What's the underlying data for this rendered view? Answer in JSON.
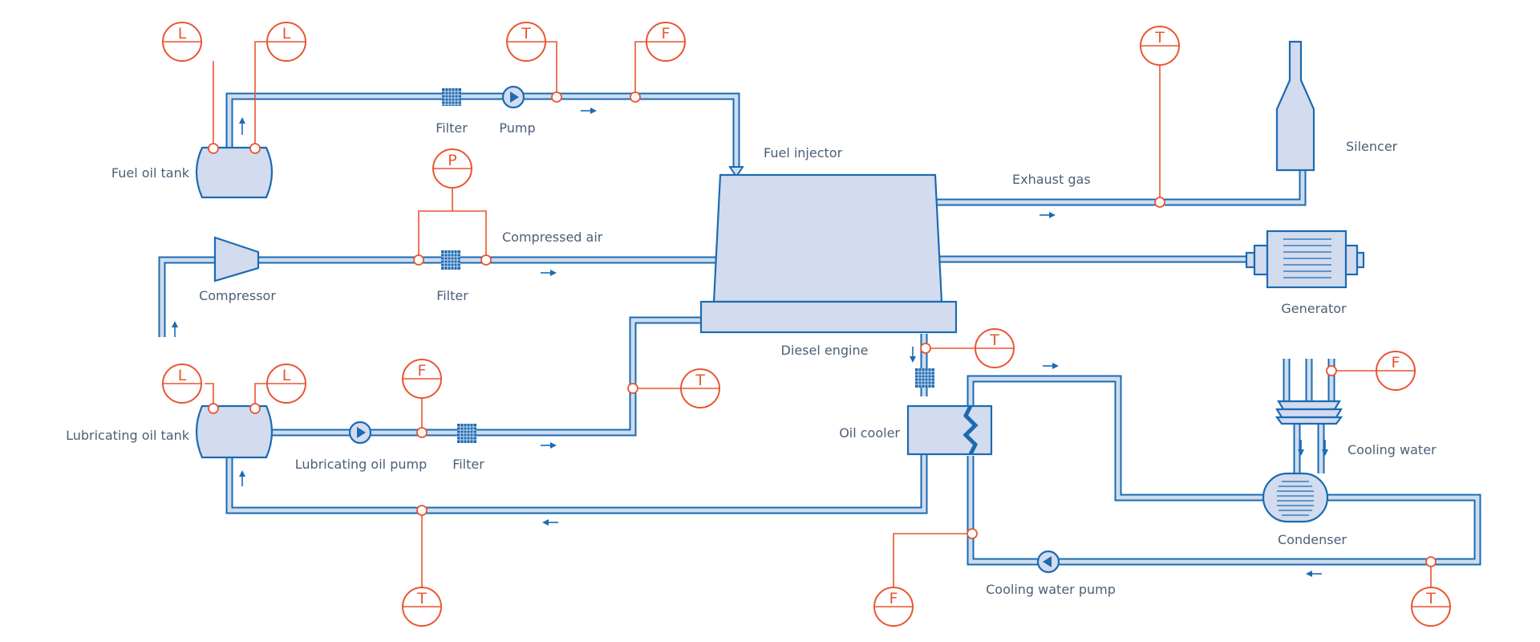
{
  "colors": {
    "pipe": "#1a6bb3",
    "equipment_fill": "#d3dbee",
    "instrument": "#ea5530",
    "label_text": "#4b5f79"
  },
  "labels": {
    "fuel_oil_tank": "Fuel oil tank",
    "filter_fuel": "Filter",
    "pump_fuel": "Pump",
    "fuel_injector": "Fuel injector",
    "exhaust_gas": "Exhaust gas",
    "silencer": "Silencer",
    "compressed_air": "Compressed air",
    "compressor": "Compressor",
    "filter_air": "Filter",
    "generator": "Generator",
    "diesel_engine": "Diesel engine",
    "lubricating_oil_tank": "Lubricating oil tank",
    "lubricating_oil_pump": "Lubricating oil pump",
    "filter_lube": "Filter",
    "oil_cooler": "Oil cooler",
    "cooling_water": "Cooling water",
    "condenser": "Condenser",
    "cooling_water_pump": "Cooling water pump"
  },
  "instruments": {
    "fuel_tank_level_1": "L",
    "fuel_tank_level_2": "L",
    "fuel_temp": "T",
    "fuel_flow": "F",
    "exhaust_temp": "T",
    "air_pressure": "P",
    "lube_tank_level_1": "L",
    "lube_tank_level_2": "L",
    "lube_flow": "F",
    "lube_supply_temp": "T",
    "engine_outlet_temp": "T",
    "lube_return_temp": "T",
    "cooling_water_flow_top": "F",
    "cooling_water_flow_bottom": "F",
    "cooling_water_temp": "T"
  }
}
